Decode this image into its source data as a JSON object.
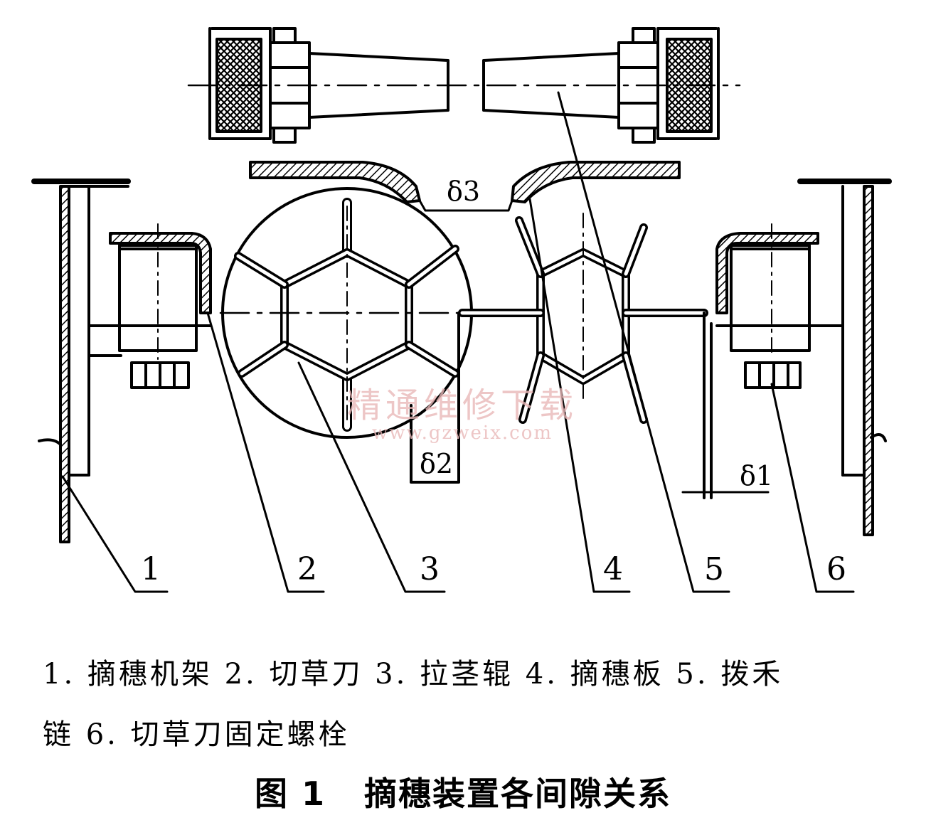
{
  "figure": {
    "number": "图 1",
    "title": "摘穗装置各间隙关系"
  },
  "legend": {
    "line1": "1. 摘穗机架 2. 切草刀 3. 拉茎辊 4. 摘穗板 5. 拨禾",
    "line2": "链 6. 切草刀固定螺栓"
  },
  "callouts": [
    "1",
    "2",
    "3",
    "4",
    "5",
    "6"
  ],
  "gaps": {
    "d1": "δ1",
    "d2": "δ2",
    "d3": "δ3"
  },
  "watermark": {
    "text": "精通维修下载",
    "url": "www.gzweix.com"
  }
}
